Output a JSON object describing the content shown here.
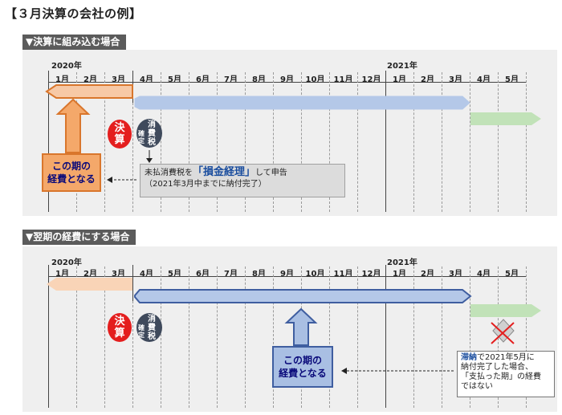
{
  "title": "【３月決算の会社の例】",
  "months": [
    "1月",
    "2月",
    "3月",
    "4月",
    "5月",
    "6月",
    "7月",
    "8月",
    "9月",
    "10月",
    "11月",
    "12月",
    "1月",
    "2月",
    "3月",
    "4月",
    "5月"
  ],
  "colors": {
    "header_bar": "#5b5b5b",
    "panel_bg": "#efefef",
    "orange_fill": "#f7c9a6",
    "orange_border": "#d9762c",
    "blue_fill": "#b4c8e8",
    "blue_border": "#3f5ea0",
    "green_fill": "#c1e2b8",
    "red": "#e41e1e",
    "navy": "#3f4a5c"
  },
  "section1": {
    "header": "▼決算に組み込む場合",
    "year1": "2020年",
    "year2": "2021年",
    "kessan": [
      "決",
      "算"
    ],
    "shohizei_big": "消費税",
    "shohizei_small": "確定",
    "note_prefix": "未払消費税を",
    "note_keyword": "「損金経理」",
    "note_suffix": "して申告",
    "note_line2": "（2021年3月中までに納付完了）",
    "box_line1": "この期の",
    "box_line2": "経費となる"
  },
  "section2": {
    "header": "▼翌期の経費にする場合",
    "year1": "2020年",
    "year2": "2021年",
    "kessan": [
      "決",
      "算"
    ],
    "shohizei_big": "消費税",
    "shohizei_small": "確定",
    "box_line1": "この期の",
    "box_line2": "経費となる",
    "note_keyword": "滞納",
    "note_line1_rest": "で2021年5月に",
    "note_line2": "納付完了した場合、",
    "note_line3": "「支払った期」の経費",
    "note_line4": "ではない"
  }
}
